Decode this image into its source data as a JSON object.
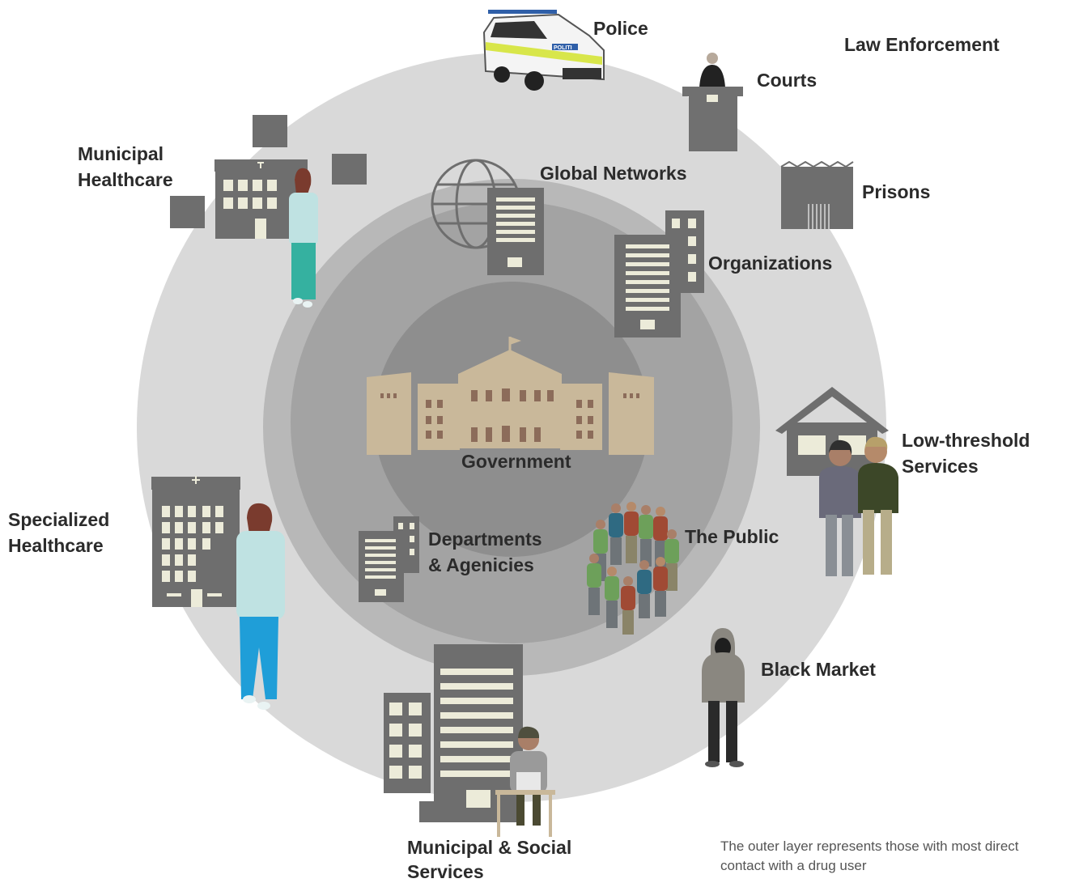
{
  "labels": {
    "police": "Police",
    "law_enforcement": "Law Enforcement",
    "courts": "Courts",
    "prisons": "Prisons",
    "municipal_healthcare_line1": "Municipal",
    "municipal_healthcare_line2": "Healthcare",
    "global_networks": "Global Networks",
    "organizations": "Organizations",
    "low_threshold_line1": "Low-threshold",
    "low_threshold_line2": "Services",
    "government": "Government",
    "specialized_healthcare_line1": "Specialized",
    "specialized_healthcare_line2": "Healthcare",
    "departments_line1": "Departments",
    "departments_line2": "& Agenicies",
    "the_public": "The Public",
    "black_market": "Black Market",
    "municipal_social_line1": "Municipal & Social",
    "municipal_social_line2": "Services"
  },
  "police_car_text": "POLITI",
  "note": {
    "line1": "The outer layer represents those with most direct",
    "line2": "contact with a drug user"
  },
  "colors": {
    "outer_ring": "#d9d9d9",
    "middle_ring": "#b8b8b8",
    "inner_ring": "#a3a3a3",
    "core": "#8e8e8e",
    "building": "#6e6e6e",
    "window": "#ecebd9",
    "government_building": "#c9b89a",
    "police_yellow": "#d8e64a",
    "police_blue": "#2f5fa8"
  }
}
